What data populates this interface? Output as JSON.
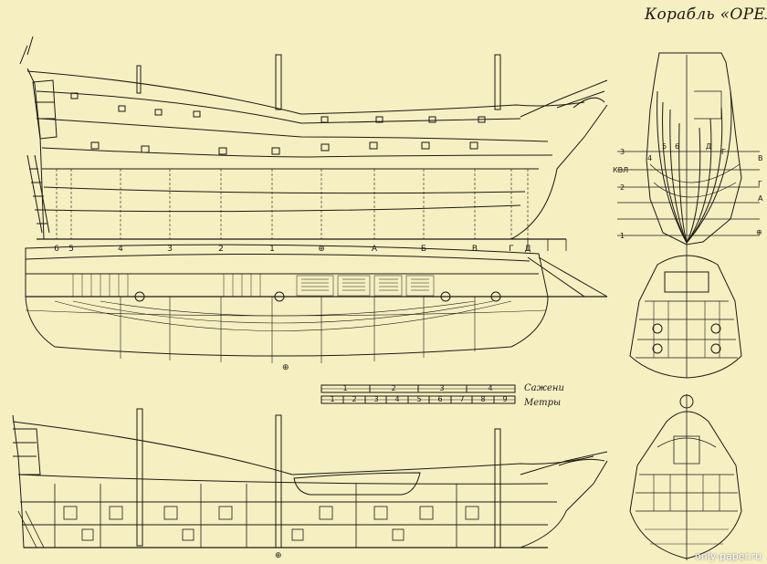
{
  "title": "Корабль «ОРЕЛ»",
  "stations": [
    "6",
    "5",
    "4",
    "3",
    "2",
    "1",
    "⊕",
    "А",
    "Б",
    "В",
    "Г",
    "Д"
  ],
  "body_plan": {
    "waterlines_left": [
      "3",
      "КВЛ",
      "2",
      "1"
    ],
    "waterlines_right": [
      "В",
      "Г",
      "А",
      "⊕"
    ],
    "frames_left": [
      "4",
      "5",
      "6"
    ],
    "frames_right": [
      "Д",
      "Г"
    ]
  },
  "scale": {
    "sazheni_label": "Сажени",
    "metres_label": "Метры",
    "sazheni_ticks": [
      "1",
      "2",
      "3",
      "4"
    ],
    "metre_ticks": [
      "1",
      "2",
      "3",
      "4",
      "5",
      "6",
      "7",
      "8",
      "9"
    ]
  },
  "midship_mark": "⊕",
  "watermark": "only-paper.ru",
  "colors": {
    "paper": "#f6efc2",
    "ink": "#1d1a12"
  }
}
